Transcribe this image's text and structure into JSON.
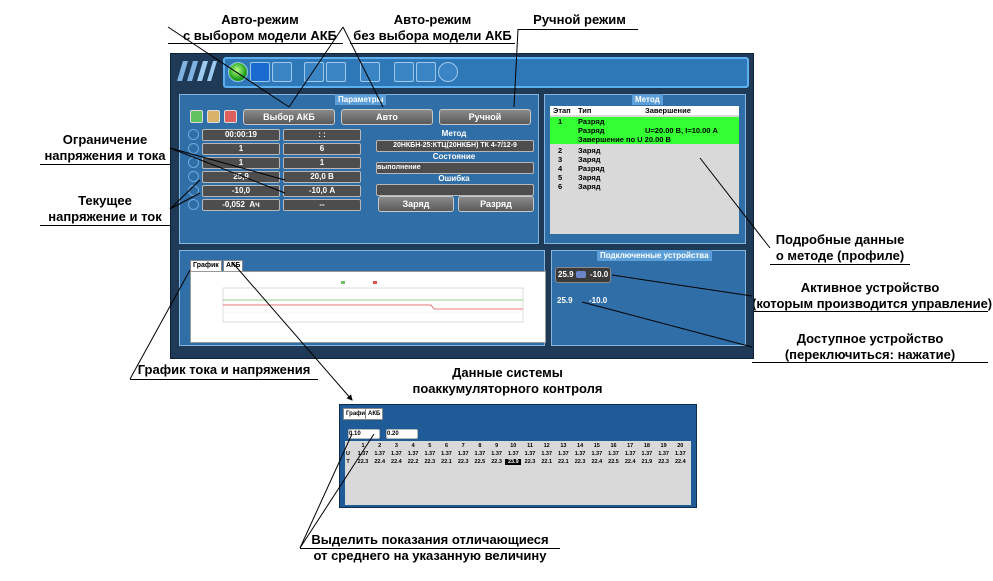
{
  "annotations": {
    "auto_with_model_l1": "Авто-режим",
    "auto_with_model_l2": "с выбором модели АКБ",
    "auto_no_model_l1": "Авто-режим",
    "auto_no_model_l2": "без выбора модели АКБ",
    "manual": "Ручной режим",
    "limit_l1": "Ограничение",
    "limit_l2": "напряжения и тока",
    "current_l1": "Текущее",
    "current_l2": "напряжение и ток",
    "method_l1": "Подробные данные",
    "method_l2": "о методе (профиле)",
    "active_l1": "Активное устройство",
    "active_l2": "(которым производится управление)",
    "avail_l1": "Доступное устройство",
    "avail_l2": "(переключиться: нажатие)",
    "graph": "График тока и напряжения",
    "bms_l1": "Данные системы",
    "bms_l2": "поаккумуляторного контроля",
    "highlight_l1": "Выделить показания отличающиеся",
    "highlight_l2": "от среднего на указанную величину"
  },
  "params": {
    "title": "Параметры",
    "btn_select": "Выбор АКБ",
    "btn_auto": "Авто",
    "btn_manual": "Ручной",
    "time": "00:00:19",
    "time2": ": :",
    "row2_a": "1",
    "row2_b": "6",
    "row3_a": "1",
    "row3_b": "1",
    "voltage": "25,9",
    "voltage_limit": "20,0 В",
    "current": "-10,0",
    "current_limit": "-10,0 А",
    "capacity": "-0,052",
    "capacity_unit": "Ач",
    "capacity2": "--",
    "method_label": "Метод",
    "method_value": "20НКБН-25:КТЦ(20НКБН) ТК 4-7/12-9",
    "state_label": "Состояние",
    "state_value": "выполнение",
    "error_label": "Ошибка",
    "error_value": "",
    "btn_charge": "Заряд",
    "btn_discharge": "Разряд"
  },
  "method": {
    "title": "Метод",
    "headers": [
      "Этап",
      "Тип",
      "Завершение"
    ],
    "rows": [
      {
        "stage": "1",
        "type": "Разряд",
        "end": ""
      },
      {
        "stage": "",
        "type": "Разряд",
        "end": "U=20.00 В, I=10.00 А"
      },
      {
        "stage": "",
        "type": "Завершение по U 20.00 В",
        "end": ""
      },
      {
        "stage": "2",
        "type": "Заряд",
        "end": ""
      },
      {
        "stage": "3",
        "type": "Заряд",
        "end": ""
      },
      {
        "stage": "4",
        "type": "Разряд",
        "end": ""
      },
      {
        "stage": "5",
        "type": "Заряд",
        "end": ""
      },
      {
        "stage": "6",
        "type": "Заряд",
        "end": ""
      }
    ]
  },
  "graph": {
    "tab1": "График",
    "tab2": "АКБ"
  },
  "devices": {
    "title": "Подключенные устройства",
    "active_v": "25.9",
    "active_i": "-10.0",
    "avail_v": "25.9",
    "avail_i": "-10.0"
  },
  "bms": {
    "tab1": "График",
    "tab2": "АКБ",
    "thr_u": "0.10",
    "thr_t": "0.20",
    "cols": [
      "1",
      "2",
      "3",
      "4",
      "5",
      "6",
      "7",
      "8",
      "9",
      "10",
      "11",
      "12",
      "13",
      "14",
      "15",
      "16",
      "17",
      "18",
      "19",
      "20"
    ],
    "u_label": "U",
    "t_label": "T",
    "u_values": [
      "1.37",
      "1.37",
      "1.37",
      "1.37",
      "1.37",
      "1.37",
      "1.37",
      "1.37",
      "1.37",
      "1.37",
      "1.37",
      "1.37",
      "1.37",
      "1.37",
      "1.37",
      "1.37",
      "1.37",
      "1.37",
      "1.37",
      "1.37"
    ],
    "t_values": [
      "22.3",
      "22.4",
      "22.4",
      "22.2",
      "22.3",
      "22.1",
      "22.3",
      "22.5",
      "22.3",
      "23.9",
      "22.3",
      "22.1",
      "22.1",
      "22.3",
      "22.4",
      "22.5",
      "22.4",
      "21.9",
      "22.3",
      "22.4"
    ],
    "highlight_index": 9
  },
  "colors": {
    "highlight_row": "#33ff33",
    "panel": "#2f6ea6",
    "window": "#1f3a57"
  }
}
